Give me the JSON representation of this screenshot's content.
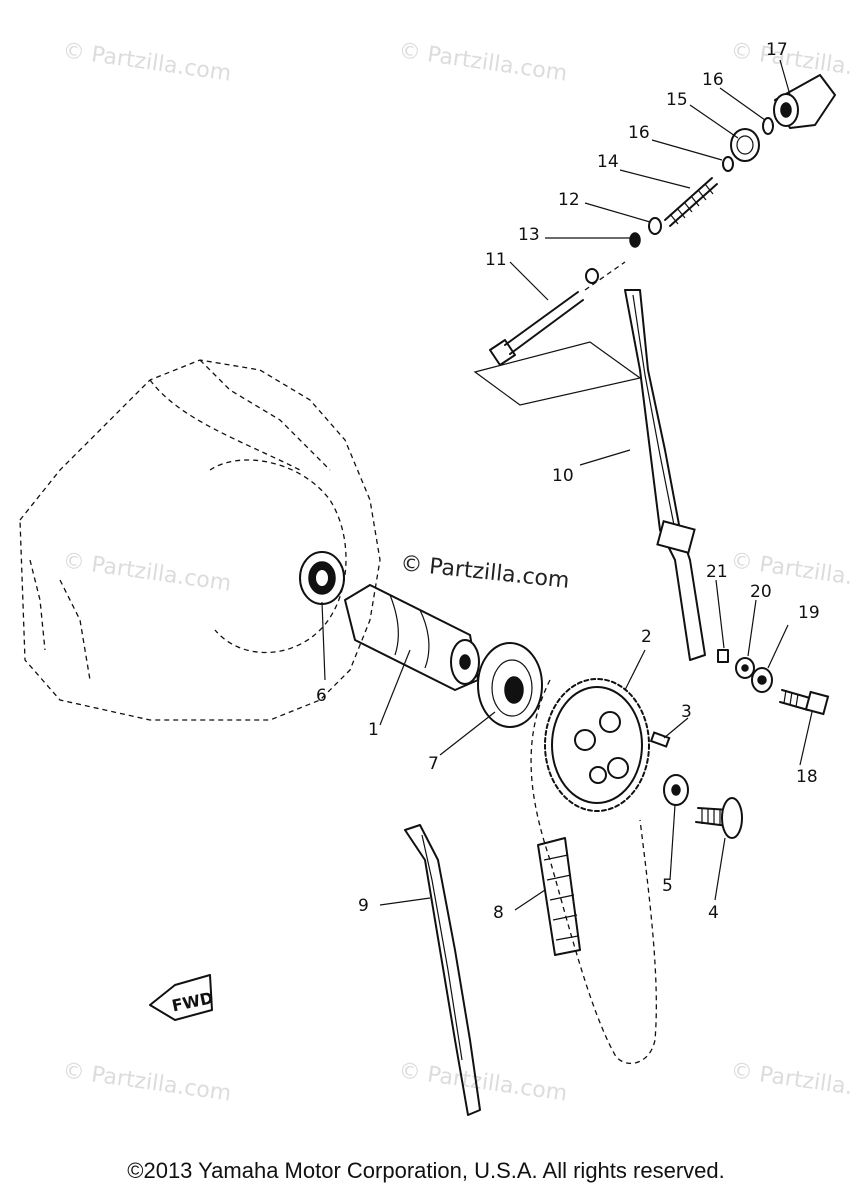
{
  "watermarks": {
    "small": "© Partzilla.com",
    "center": "© Partzilla.com"
  },
  "callouts": {
    "p1": "1",
    "p2": "2",
    "p3": "3",
    "p4": "4",
    "p5": "5",
    "p6": "6",
    "p7": "7",
    "p8": "8",
    "p9": "9",
    "p10": "10",
    "p11": "11",
    "p12": "12",
    "p13": "13",
    "p14": "14",
    "p15": "15",
    "p16a": "16",
    "p16b": "16",
    "p17": "17",
    "p18": "18",
    "p19": "19",
    "p20": "20",
    "p21": "21"
  },
  "fwd_label": "FWD",
  "copyright": "©2013 Yamaha Motor Corporation, U.S.A. All rights reserved."
}
